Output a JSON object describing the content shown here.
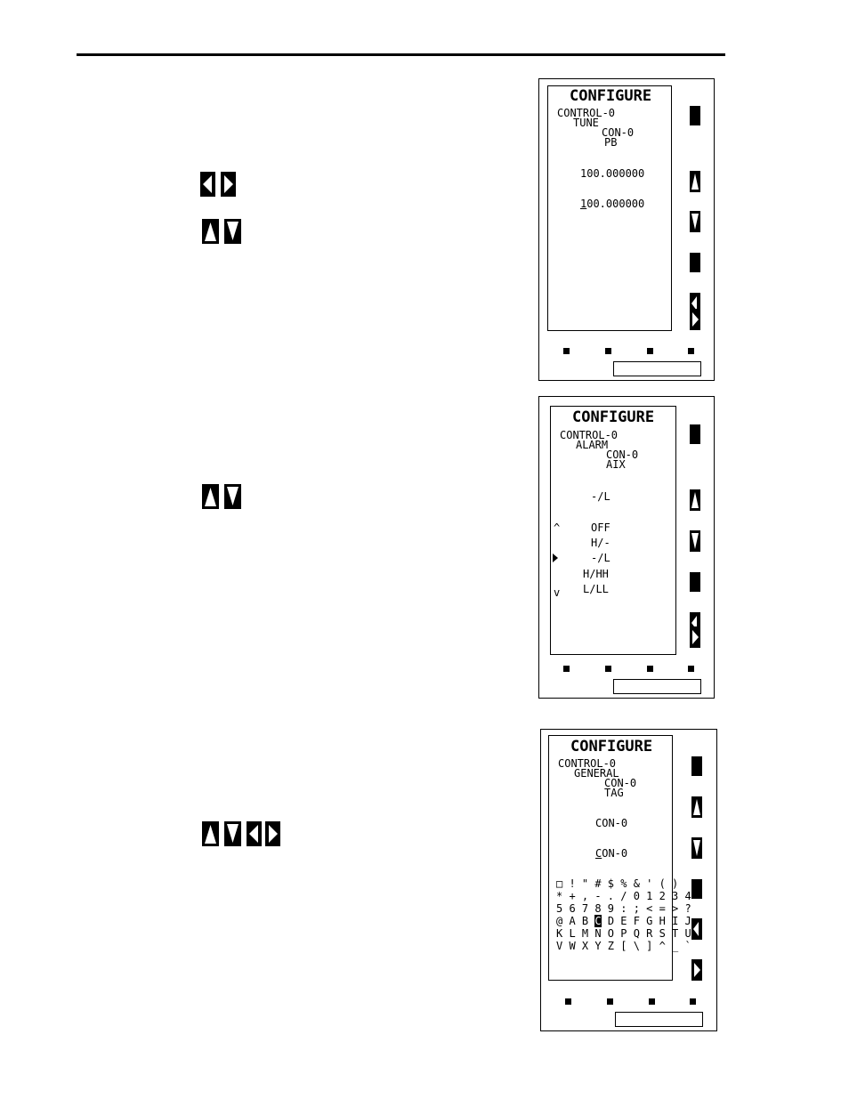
{
  "panel1": {
    "title": "CONFIGURE",
    "line1": "CONTROL-0",
    "line2": "TUNE",
    "line3": "CON-0",
    "line4": "PB",
    "current_value": "100.000000",
    "edit_first": "1",
    "edit_rest": "00.000000"
  },
  "panel2": {
    "title": "CONFIGURE",
    "line1": "CONTROL-0",
    "line2": "ALARM",
    "line3": "CON-0",
    "line4": "AIX",
    "current_value": "-/L",
    "scroll_up": "^",
    "scroll_down": "v",
    "options": [
      "OFF",
      "H/-",
      "-/L",
      "H/HH",
      "L/LL"
    ]
  },
  "panel3": {
    "title": "CONFIGURE",
    "line1": "CONTROL-0",
    "line2": "GENERAL",
    "line3": "CON-0",
    "line4": "TAG",
    "current_value": "CON-0",
    "edit_first": "C",
    "edit_rest": "ON-0",
    "charset": {
      "row1": "□ ! \" # $ % & ' ( )",
      "row2": "* + , - . / 0 1 2 3 4",
      "row3": "5 6 7 8 9 : ; < = > ?",
      "row4_pre": "@ A B ",
      "row4_sel": "C",
      "row4_post": " D E F G H I J",
      "row5": "K L M N O P Q R S T U",
      "row6": "V W X Y Z [ \\ ] ^ _ `"
    }
  }
}
